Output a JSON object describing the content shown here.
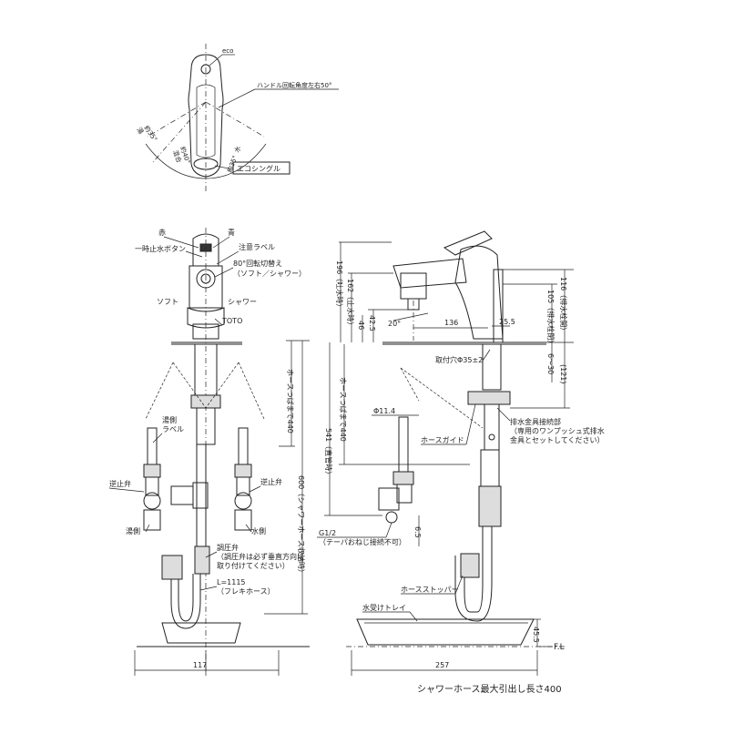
{
  "top_view": {
    "eco": "eco",
    "handle_rotation": "ハンドル回転角度左右50°",
    "hot_label": "湯",
    "hot_angle": "約35°",
    "mix_label": "混合",
    "mix_angle": "約40°",
    "cold_label": "水",
    "cold_angle": "約35°",
    "eco_single": "エコシングル"
  },
  "front_view": {
    "red": "赤",
    "blue": "青",
    "stop_button": "一時止水ボタン",
    "caution_label": "注意ラベル",
    "switch_80": "80°回転切替え",
    "soft_shower": "（ソフト／シャワー）",
    "soft": "ソフト",
    "shower": "シャワー",
    "toto": "TOTO",
    "hose_440": "ホースつばまで440",
    "hose_storage_600": "600（シャワーホース収納時）",
    "hot_side_label_1": "湯側",
    "hot_side_label_2": "ラベル",
    "check_valve_left": "逆止弁",
    "check_valve_right": "逆止弁",
    "hot_side": "湯側",
    "cold_side": "水側",
    "pressure_valve": "調圧弁",
    "pressure_note_1": "（調圧弁は必ず垂直方向に",
    "pressure_note_2": "取り付けてください）",
    "flexi_length": "L=1115",
    "flexi_hose": "（フレキホース）",
    "dim_117": "117"
  },
  "side_view": {
    "spout_196": "196（吐水時）",
    "spout_162": "162（止水時）",
    "dim_46": "46",
    "dim_425": "42.5",
    "angle_20": "20°",
    "dim_136": "136",
    "dim_255": "25.5",
    "drain_116": "116（排水栓開）",
    "drain_105": "105（排水栓閉）",
    "mount_hole": "取付穴Φ35±2",
    "dim_6_30": "6～30",
    "dim_121": "(121)",
    "dia_114": "Φ11.4",
    "wall_541": "541（直管時）",
    "hose_440": "ホースつばまで440",
    "drain_fitting": "排水金具接続部",
    "drain_note_1": "（専用のワンプッシュ式排水",
    "drain_note_2": "金具とセットしてください）",
    "hose_guide": "ホースガイド",
    "g12": "G1/2",
    "taper_note": "（テーパおねじ接続不可）",
    "dim_65": "6.5",
    "hose_stopper": "ホースストッパー",
    "water_tray": "水受けトレイ",
    "dim_455": "45.5",
    "fl": "F.L",
    "dim_257": "257",
    "shower_max": "シャワーホース最大引出し長さ400"
  }
}
